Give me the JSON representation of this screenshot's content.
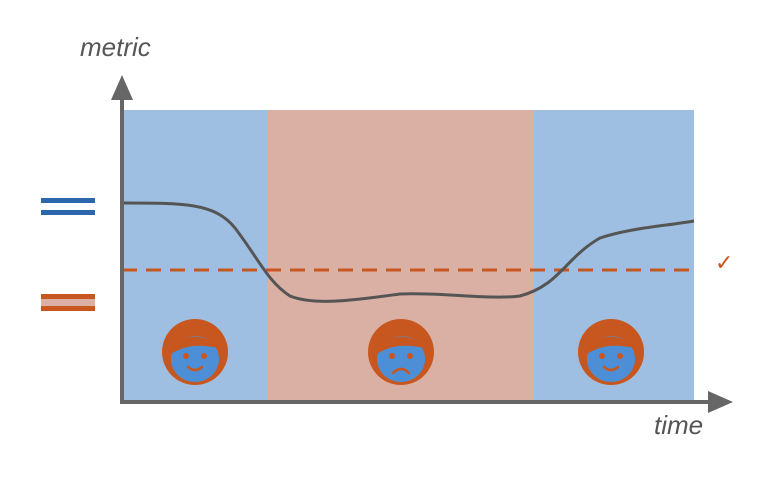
{
  "axes": {
    "y_label": "metric",
    "x_label": "time"
  },
  "check_mark": "✓",
  "colors": {
    "good_region": "#9fbfe2",
    "bad_region": "#dbb0a4",
    "axis": "#666666",
    "metric_line": "#555555",
    "threshold": "#c8571f",
    "face": "#c8571f",
    "face_skin": "#4d8fd6",
    "legend_blue_fill": "#ffffff",
    "legend_blue_stroke": "#2c67ad",
    "legend_orange_fill": "#dbb0a4",
    "legend_orange_stroke": "#c8571f"
  },
  "regions": [
    {
      "state": "good",
      "face": "happy-face-icon"
    },
    {
      "state": "bad",
      "face": "sad-face-icon"
    },
    {
      "state": "good",
      "face": "happy-face-icon"
    }
  ],
  "legend": [
    {
      "kind": "metric-line",
      "icon": "blue-double-line-icon"
    },
    {
      "kind": "threshold-line",
      "icon": "orange-double-line-icon"
    }
  ]
}
